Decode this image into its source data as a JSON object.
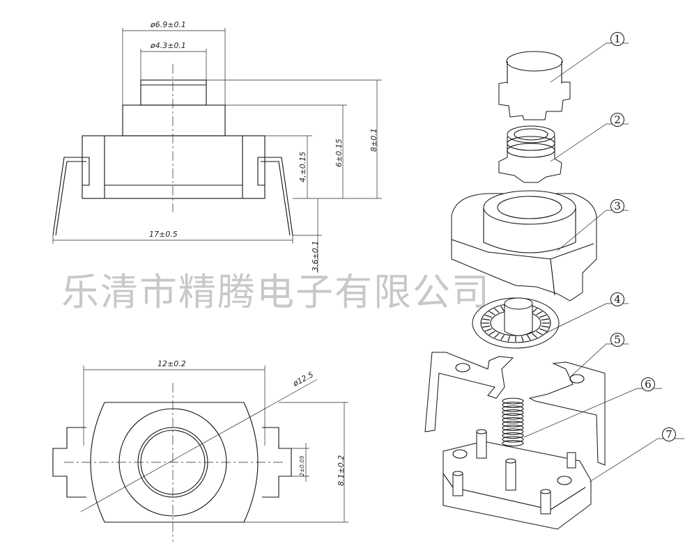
{
  "watermark": "乐清市精腾电子有限公司",
  "side_view": {
    "dims": {
      "outer_dia": "ø6.9±0.1",
      "inner_dia": "ø4.3±0.1",
      "height_total": "8±0.1",
      "height_mid": "6±0.15",
      "height_body": "4,±0.15",
      "pin_length": "3.6±0.1",
      "width": "17±0.5"
    }
  },
  "top_view": {
    "dims": {
      "body_width": "12±0.2",
      "diameter": "ø12.5",
      "tab_width": "2±0.05",
      "body_height": "8.1±0.2"
    }
  },
  "exploded_view": {
    "callouts": [
      "1",
      "2",
      "3",
      "4",
      "5",
      "6",
      "7"
    ]
  }
}
